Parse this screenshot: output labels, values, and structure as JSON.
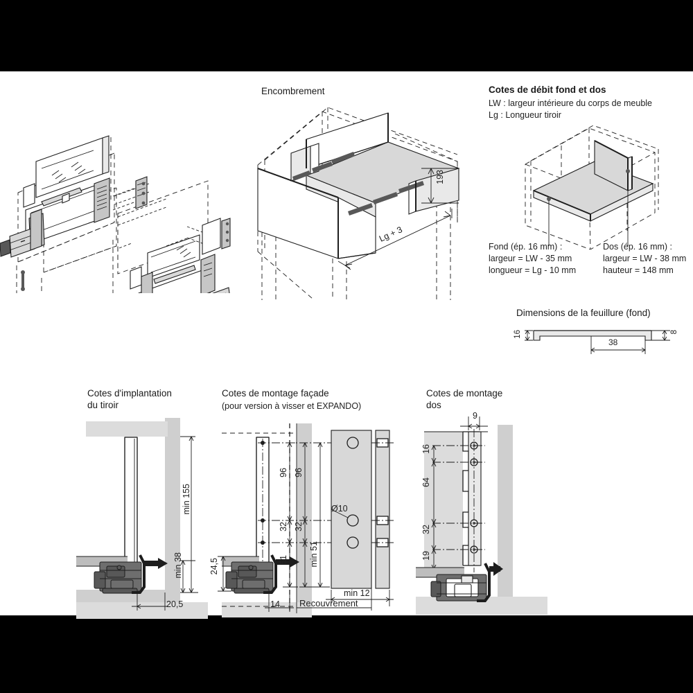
{
  "page": {
    "background": "#ffffff",
    "letterbox_color": "#000000"
  },
  "sections": {
    "exploded": {
      "name": "exploded-assembly-view",
      "title": ""
    },
    "encombrement": {
      "title": "Encombrement",
      "dim_height": "193",
      "dim_length": "Lg + 3"
    },
    "cotes_debit": {
      "title": "Cotes de débit fond et dos",
      "legend_lw": "LW : largeur intérieure du corps de meuble",
      "legend_lg": "Lg : Longueur tiroir",
      "fond": {
        "title": "Fond (ép. 16 mm) :",
        "line1": "largeur = LW - 35 mm",
        "line2": "longueur = Lg - 10 mm"
      },
      "dos": {
        "title": "Dos (ép. 16 mm) :",
        "line1": "largeur = LW - 38 mm",
        "line2": "hauteur = 148 mm"
      }
    },
    "feuillure": {
      "title": "Dimensions de la feuillure (fond)",
      "dim_left": "16",
      "dim_bottom": "38",
      "dim_right": "8"
    },
    "implantation": {
      "title_line1": "Cotes d'implantation",
      "title_line2": "du tiroir",
      "dim_min155": "min 155",
      "dim_min38": "min 38",
      "dim_205": "20,5"
    },
    "montage_facade": {
      "title_line1": "Cotes de montage façade",
      "title_line2": "(pour version à visser et EXPANDO)",
      "dim_96_a": "96",
      "dim_96_b": "96",
      "dim_32_a": "32",
      "dim_32_b": "32",
      "dim_51": "51",
      "dim_min51": "min 51",
      "dim_245": "24,5",
      "dim_14": "14",
      "dim_recouvrement": "Recouvrement",
      "dim_diam10": "Ø10",
      "dim_min12": "min 12"
    },
    "montage_dos": {
      "title_line1": "Cotes de montage",
      "title_line2": "dos",
      "dim_9": "9",
      "dim_16": "16",
      "dim_64": "64",
      "dim_32": "32",
      "dim_19": "19"
    }
  }
}
